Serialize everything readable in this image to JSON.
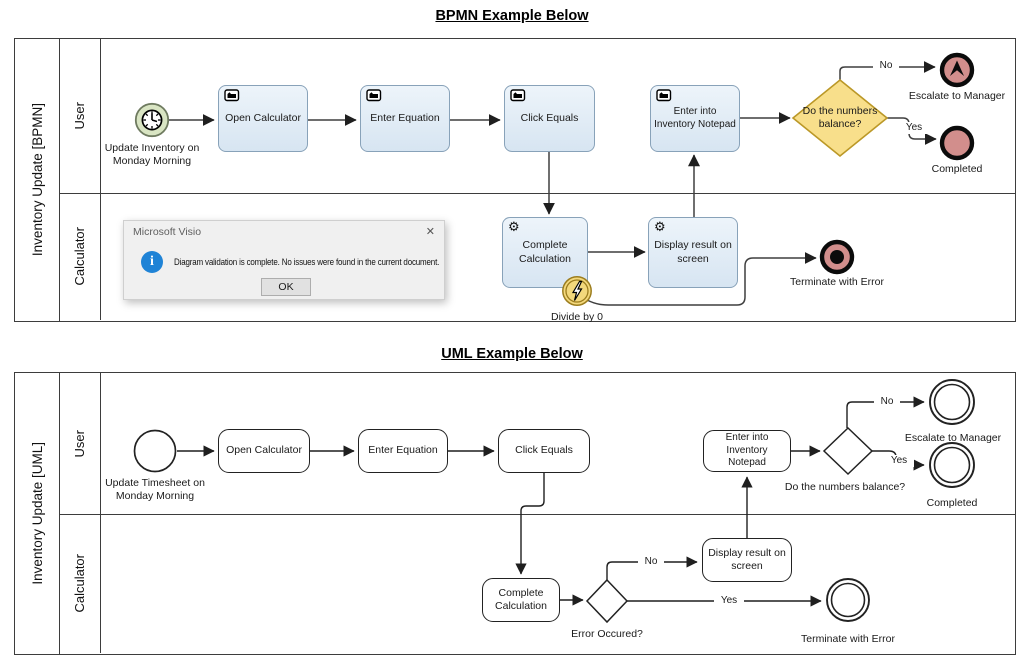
{
  "colors": {
    "bpmn_task_fill": "#dce9f5",
    "bpmn_task_border": "#88a2b9",
    "start_event_fill": "#d9e5c3",
    "gateway_fill": "#f8df8b",
    "gateway_border": "#bb9827",
    "end_event_fill": "#d28e8c",
    "boundary_event_fill": "#f3d87c",
    "dialog_bg": "#f0f0f0",
    "info_icon_blue": "#1f83d6",
    "line_color": "#3d3d3d"
  },
  "icons": {
    "gear": "⚙",
    "close": "✕",
    "info": "i"
  },
  "bpmn": {
    "title": "BPMN Example Below",
    "pool": "Inventory Update [BPMN]",
    "lane_user": "User",
    "lane_calculator": "Calculator",
    "start": "Update Inventory on Monday Morning",
    "open_calculator": "Open Calculator",
    "enter_equation": "Enter Equation",
    "click_equals": "Click Equals",
    "enter_notepad": "Enter into Inventory Notepad",
    "gateway": "Do the numbers balance?",
    "no": "No",
    "yes": "Yes",
    "escalate": "Escalate to Manager",
    "completed": "Completed",
    "complete_calculation": "Complete Calculation",
    "display_result": "Display result on screen",
    "divide_by_zero": "Divide by 0",
    "terminate": "Terminate with Error"
  },
  "dialog": {
    "title": "Microsoft Visio",
    "message": "Diagram validation is complete. No issues were found in the current document.",
    "ok": "OK"
  },
  "uml": {
    "title": "UML Example Below",
    "pool": "Inventory Update [UML]",
    "lane_user": "User",
    "lane_calculator": "Calculator",
    "start": "Update Timesheet on Monday Morning",
    "open_calculator": "Open Calculator",
    "enter_equation": "Enter Equation",
    "click_equals": "Click Equals",
    "enter_notepad": "Enter into Inventory Notepad",
    "decision_balance": "Do the numbers balance?",
    "decision_error": "Error Occured?",
    "no": "No",
    "yes": "Yes",
    "escalate": "Escalate to Manager",
    "completed": "Completed",
    "complete_calculation": "Complete Calculation",
    "display_result": "Display result on screen",
    "terminate": "Terminate with Error"
  }
}
